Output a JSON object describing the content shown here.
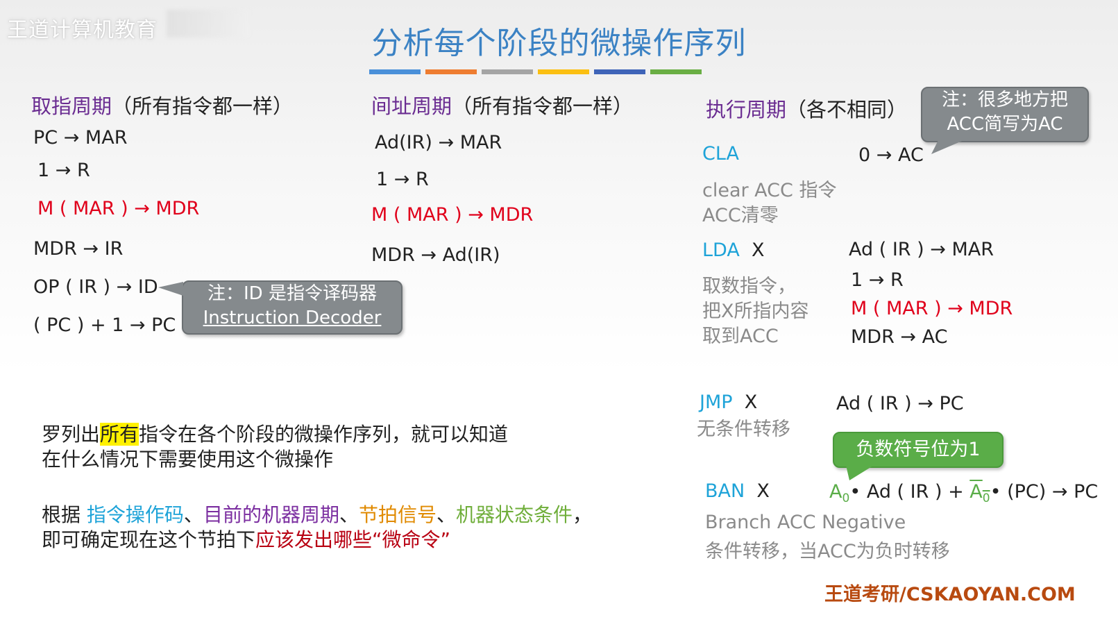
{
  "watermark": "王道计算机教育",
  "title": "分析每个阶段的微操作序列",
  "color_bar": [
    "#4a90d9",
    "#ee7d31",
    "#a5a5a5",
    "#fbbf12",
    "#3f64b8",
    "#6aae44"
  ],
  "fetch": {
    "heading_hl": "取指周期",
    "heading_rest": "（所有指令都一样）",
    "lines": [
      "PC → MAR",
      "1 → R",
      "M ( MAR ) → MDR",
      "MDR → IR",
      "OP ( IR ) → ID",
      "( PC ) + 1 → PC"
    ]
  },
  "fetch_note": {
    "line1": "注：ID 是指令译码器",
    "line2": "Instruction Decoder"
  },
  "indirect": {
    "heading_hl": "间址周期",
    "heading_rest": "（所有指令都一样）",
    "lines": [
      "Ad(IR) → MAR",
      "1 → R",
      "M ( MAR ) → MDR",
      "MDR → Ad(IR)"
    ]
  },
  "execute": {
    "heading_hl": "执行周期",
    "heading_rest": "（各不相同）",
    "note": {
      "line1": "注：很多地方把",
      "line2": "ACC简写为AC"
    },
    "cla": {
      "name": "CLA",
      "desc1": "clear ACC 指令",
      "desc2": "ACC清零",
      "op": "0 → AC"
    },
    "lda": {
      "name": "LDA",
      "arg": "X",
      "desc1": "取数指令，",
      "desc2": "把X所指内容",
      "desc3": "取到ACC",
      "ops": [
        "Ad ( IR ) → MAR",
        "1 → R",
        "M ( MAR ) → MDR",
        "MDR → AC"
      ]
    },
    "jmp": {
      "name": "JMP",
      "arg": "X",
      "desc": "无条件转移",
      "op": "Ad ( IR ) → PC"
    },
    "ban_note": "负数符号位为1",
    "ban": {
      "name": "BAN",
      "arg": "X",
      "op_a": "A",
      "op_sub": "0",
      "op_mid": "• Ad ( IR ) + ",
      "op_end": "• (PC) → PC",
      "desc1": "Branch ACC Negative",
      "desc2": "条件转移，当ACC为负时转移"
    }
  },
  "summary": {
    "p1_a": "罗列出",
    "p1_hl": "所有",
    "p1_b": "指令在各个阶段的微操作序列，就可以知道",
    "p1_c": "在什么情况下需要使用这个微操作",
    "p2_a": "根据 ",
    "p2_k1": "指令操作码",
    "p2_s1": "、",
    "p2_k2": "目前的机器周期",
    "p2_s2": "、",
    "p2_k3": "节拍信号",
    "p2_s3": "、",
    "p2_k4": "机器状态条件",
    "p2_s4": "，",
    "p2_b": "即可确定现在这个节拍下",
    "p2_k5": "应该发出哪些“微命令”"
  },
  "footer": "王道考研/CSKAOYAN.COM"
}
